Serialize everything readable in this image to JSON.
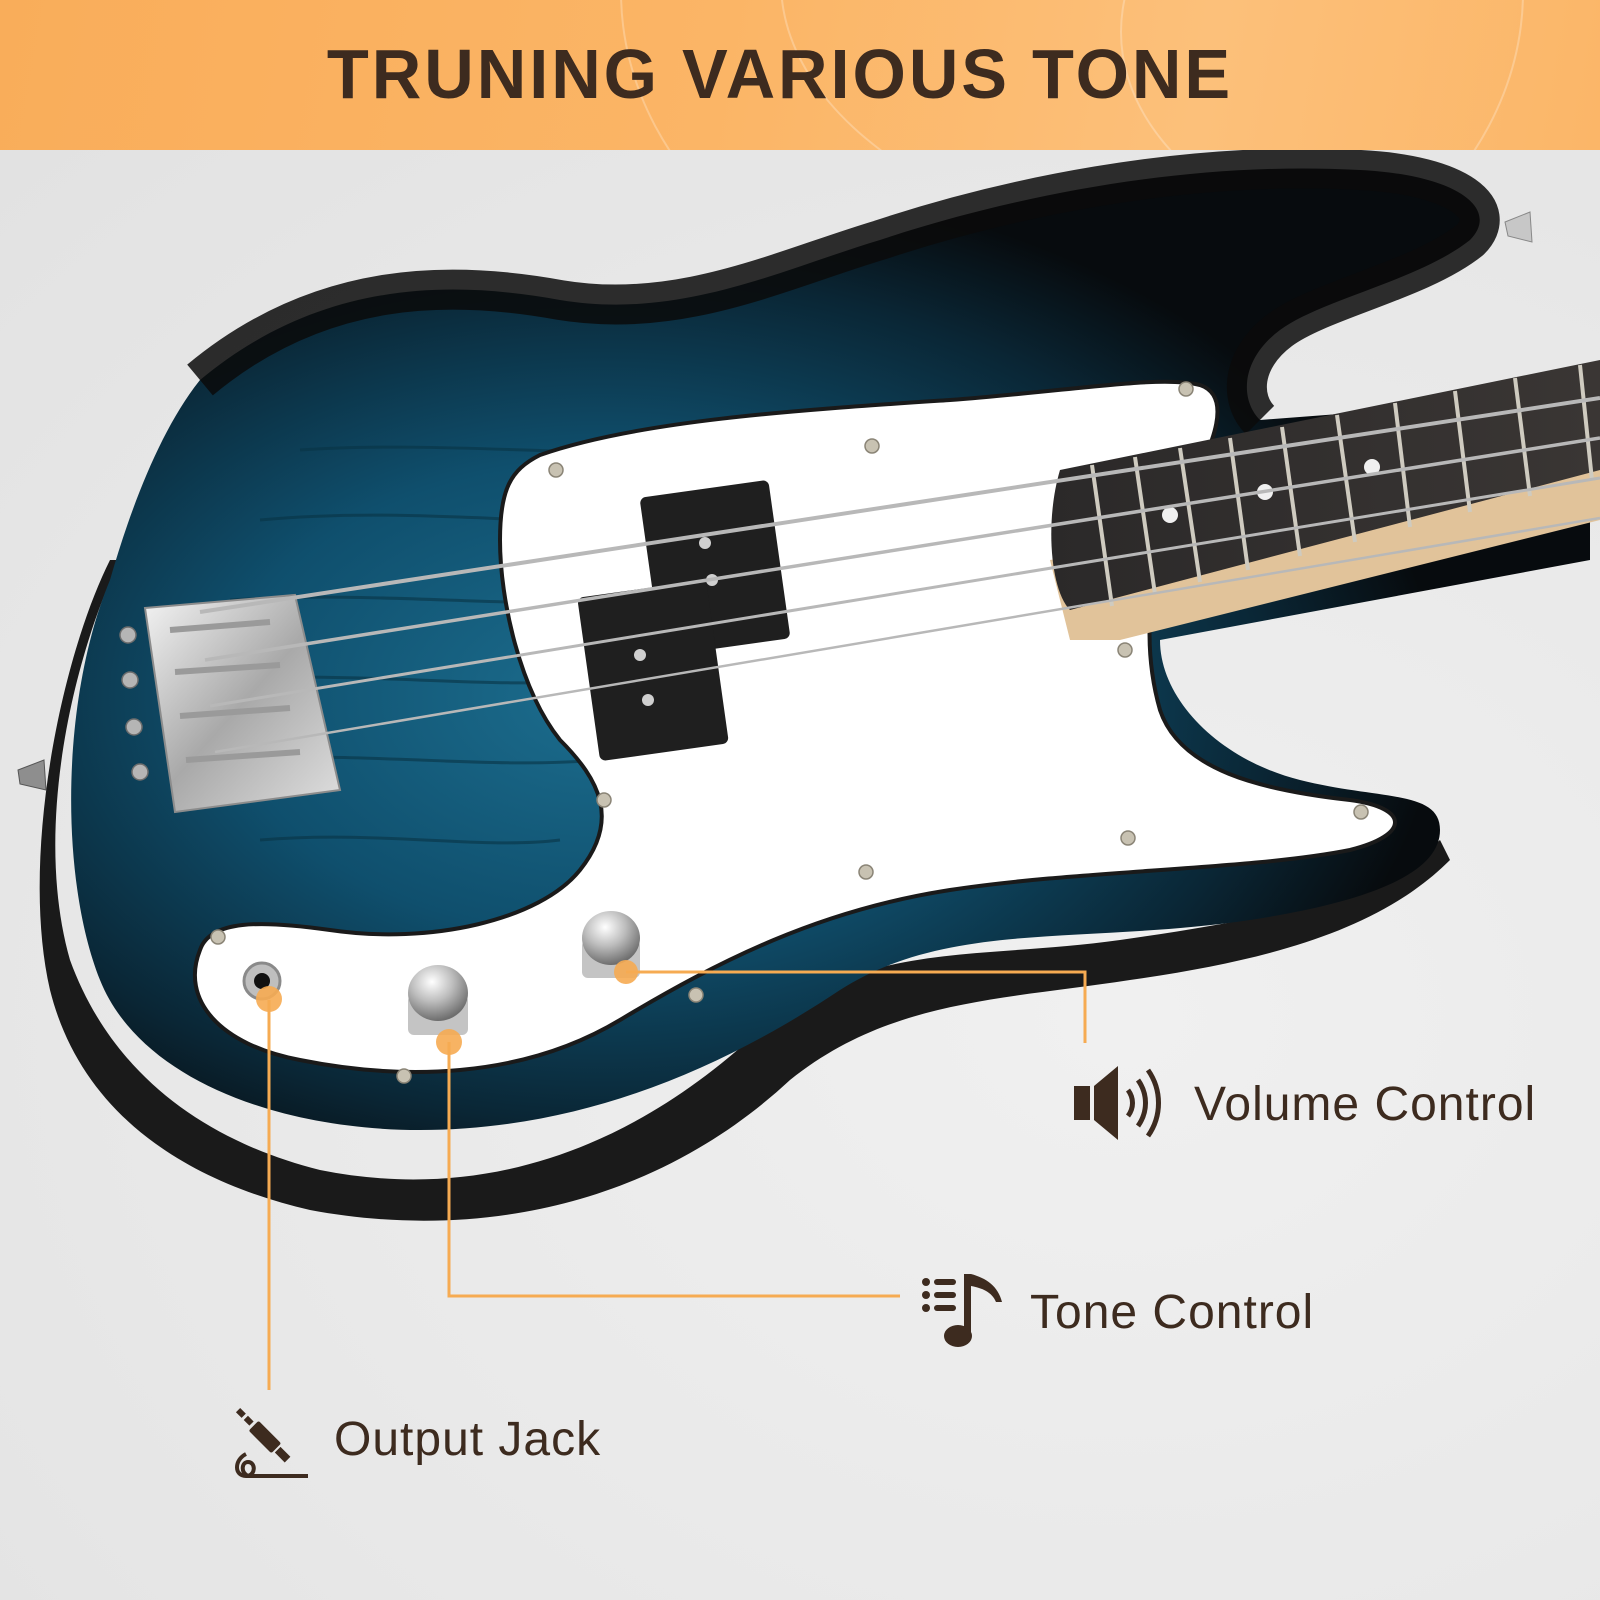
{
  "banner": {
    "title": "TRUNING VARIOUS TONE",
    "background_color": "#fbb566",
    "text_color": "#3d2b1f"
  },
  "callouts": [
    {
      "id": "volume",
      "label": "Volume Control",
      "icon": "speaker-volume-icon"
    },
    {
      "id": "tone",
      "label": "Tone Control",
      "icon": "music-note-list-icon"
    },
    {
      "id": "jack",
      "label": "Output Jack",
      "icon": "audio-jack-cable-icon"
    }
  ],
  "colors": {
    "accent_line": "#f6ab52",
    "body_black": "#111111",
    "body_blue_burst": "#0e4d6b",
    "pickguard": "#ffffff",
    "fretboard": "#2f2c2b",
    "neck_wood": "#e1c39a",
    "chrome": "#c9c9c9"
  },
  "product": {
    "name": "Electric bass guitar",
    "finish": "Blue burst"
  }
}
